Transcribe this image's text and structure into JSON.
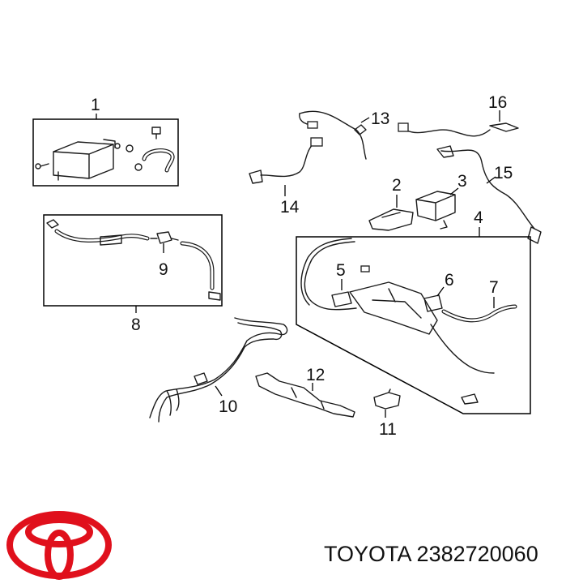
{
  "callouts": [
    "1",
    "2",
    "3",
    "4",
    "5",
    "6",
    "7",
    "8",
    "9",
    "10",
    "11",
    "12",
    "13",
    "14",
    "15",
    "16"
  ],
  "brand": {
    "name": "TOYOTA",
    "part_number": "2382720060",
    "logo_color": "#e0101c"
  },
  "icons": {
    "logo": "toyota-logo-icon"
  }
}
